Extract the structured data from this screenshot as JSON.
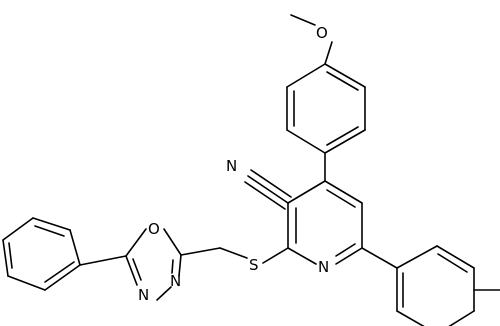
{
  "structure": {
    "atoms": {
      "methoxy_oxygen": "O",
      "nitrile_nitrogen": "N",
      "pyridine_nitrogen": "N",
      "sulfur": "S",
      "oxadiazole_oxygen": "O",
      "oxadiazole_n3": "N",
      "oxadiazole_n4": "N"
    }
  }
}
